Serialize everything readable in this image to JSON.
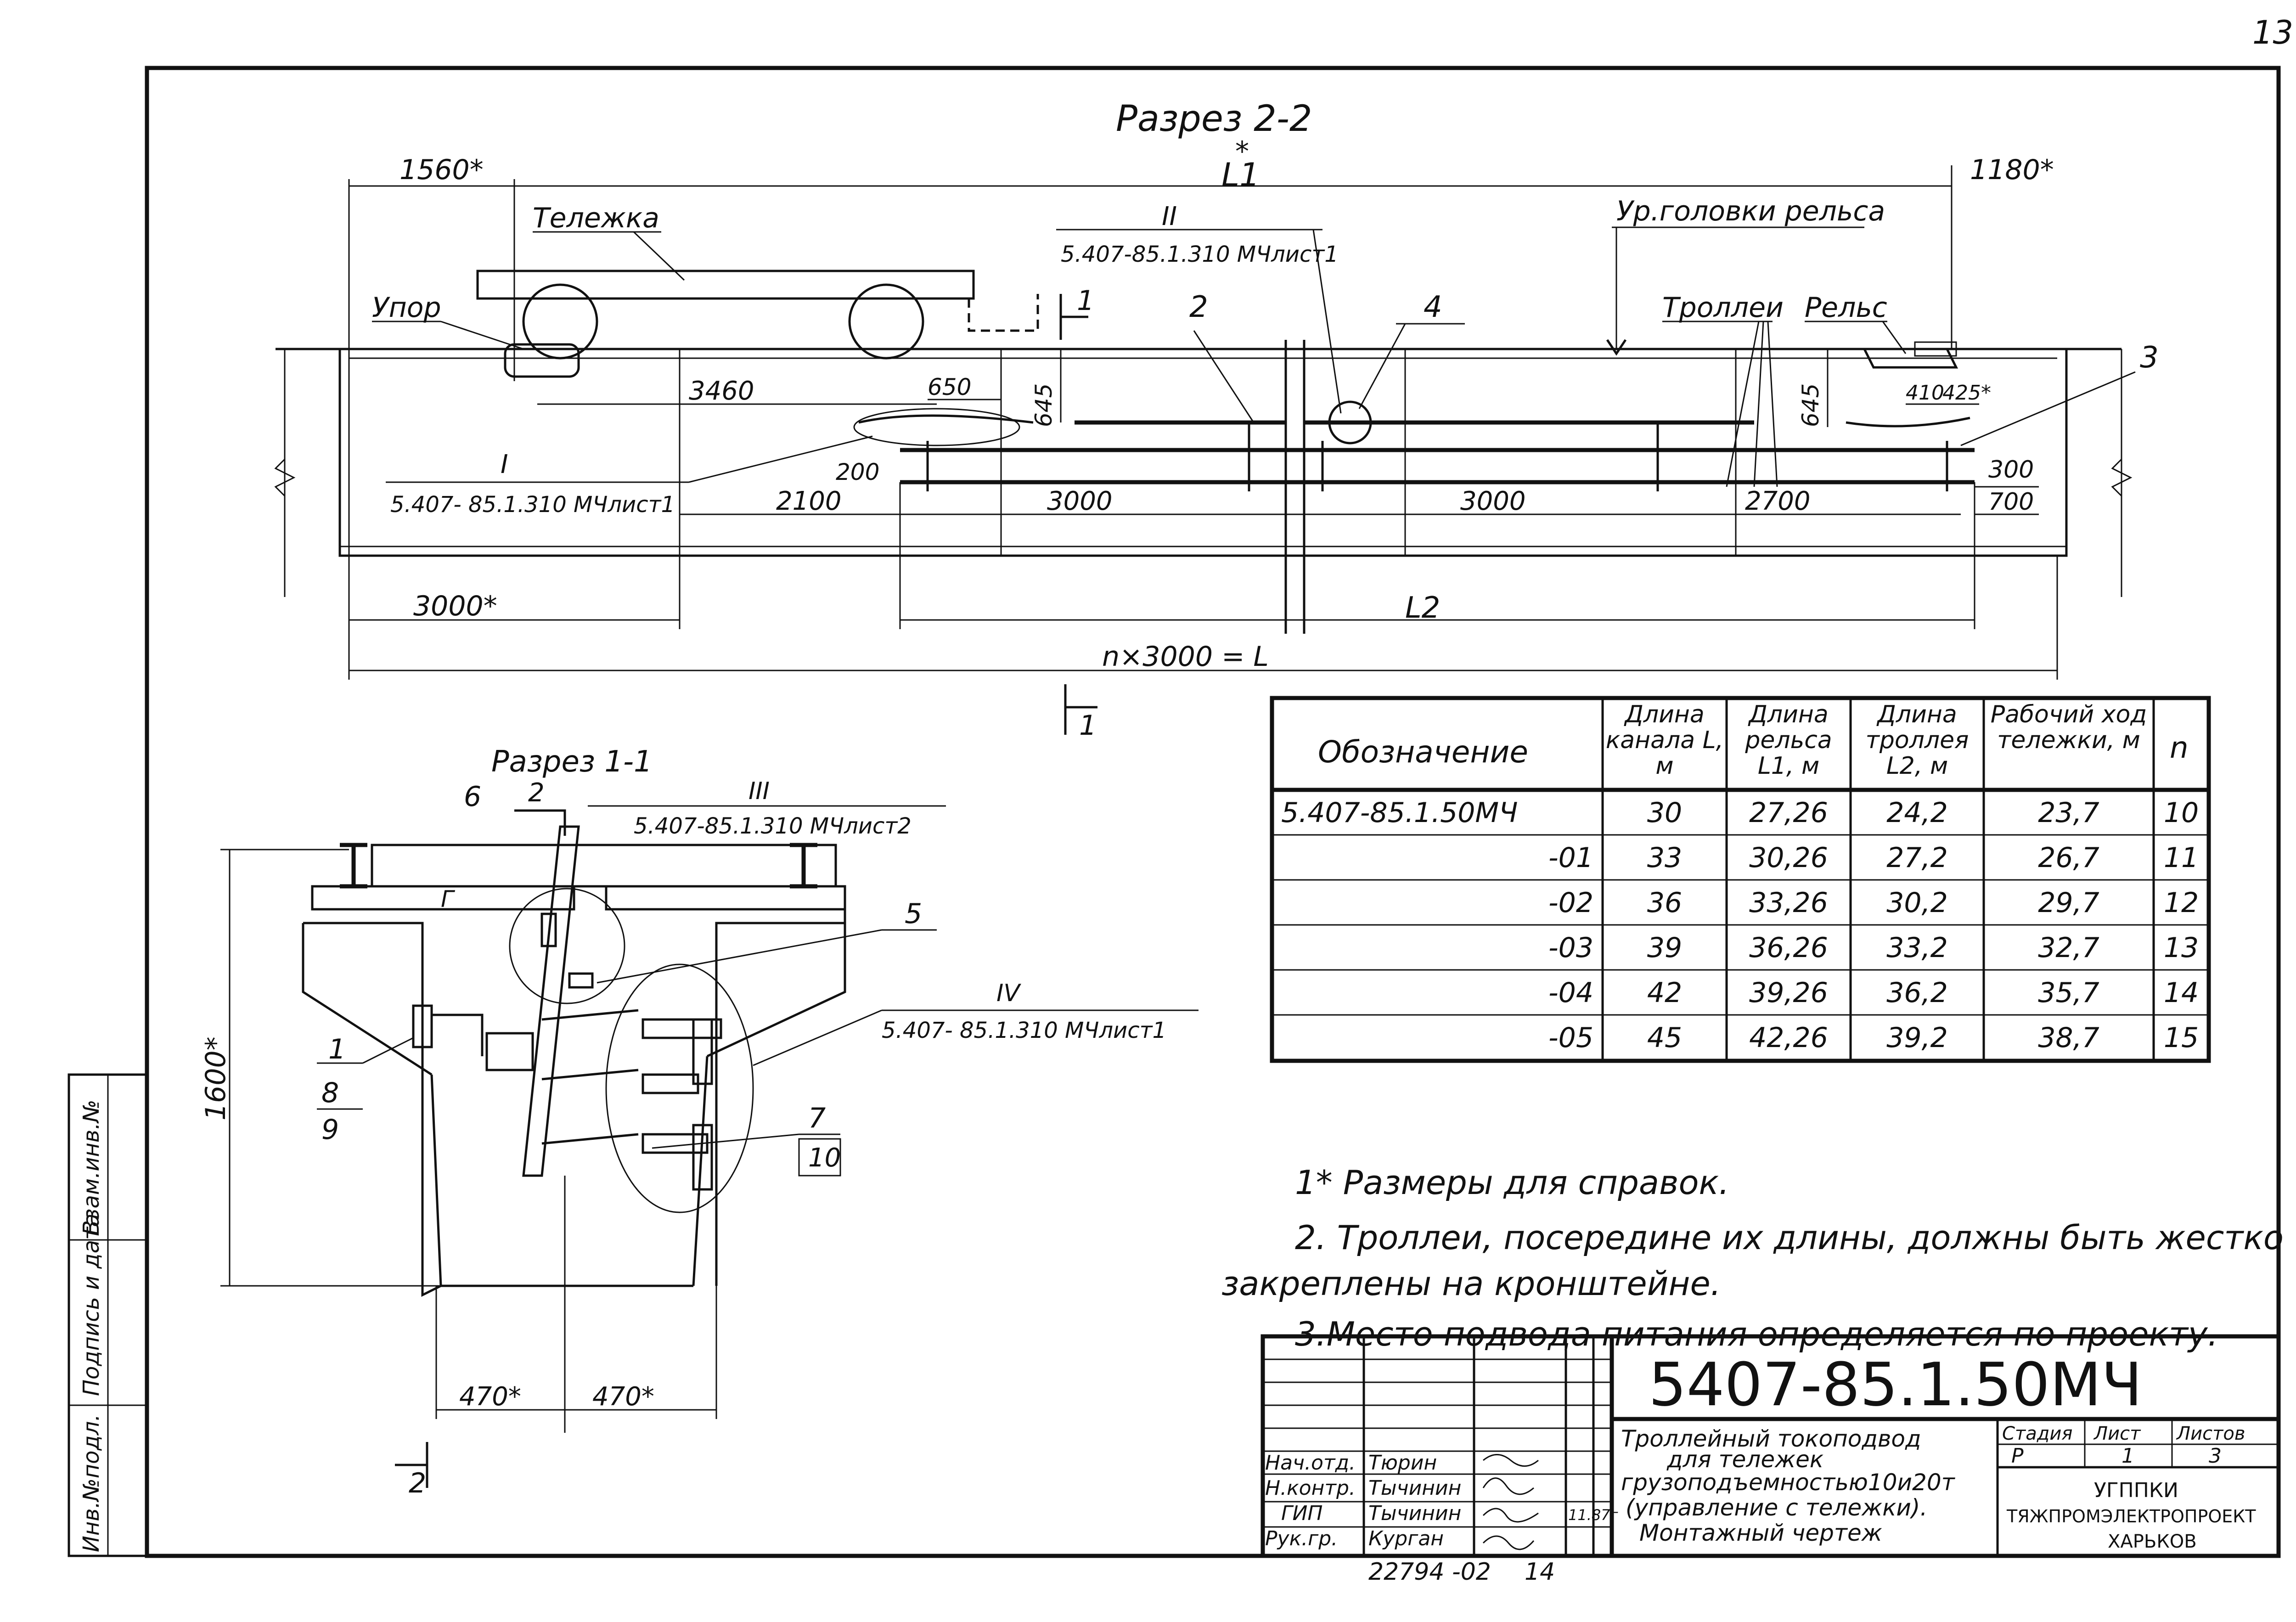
{
  "page_number": "13",
  "section_2": {
    "title": "Разрез 2-2",
    "l1": "L1",
    "l1_star": "*",
    "dim_1560": "1560*",
    "dim_1180": "1180*",
    "label_trolley": "Тележка",
    "label_stop": "Упор",
    "label_rail_level": "Ур.головки рельса",
    "label_trolley_wires": "Троллеи",
    "label_rail": "Рельс",
    "ref_II_num": "II",
    "ref_II_doc": "5.407-85.1.310 МЧлист1",
    "ref_I_num": "I",
    "ref_I_doc": "5.407- 85.1.310 МЧлист1",
    "pos_1": "1",
    "pos_2": "2",
    "pos_3": "3",
    "pos_4": "4",
    "dim_3460": "3460",
    "dim_650": "650",
    "dim_645a": "645",
    "dim_645b": "645",
    "dim_410": "410",
    "dim_425": "425*",
    "dim_200": "200",
    "dim_2100": "2100",
    "dim_3000a": "3000",
    "dim_3000b": "3000",
    "dim_2700": "2700",
    "dim_300": "300",
    "dim_700": "700",
    "dim_3000star": "3000*",
    "dim_l2": "L2",
    "dim_total": "n×3000 = L",
    "cut_mark": "1"
  },
  "section_1": {
    "title": "Разрез 1-1",
    "ref_III_num": "III",
    "ref_III_doc": "5.407-85.1.310 МЧлист2",
    "ref_IV_num": "IV",
    "ref_IV_doc": "5.407- 85.1.310 МЧлист1",
    "pos_1": "1",
    "pos_8": "8",
    "pos_9": "9",
    "pos_6": "6",
    "pos_2": "2",
    "pos_5": "5",
    "pos_7": "7",
    "pos_10": "10",
    "label_g": "Г",
    "dim_1600": "1600*",
    "dim_470a": "470*",
    "dim_470b": "470*",
    "cut_mark": "2"
  },
  "spec_table": {
    "headers": [
      "Обозначение",
      "Длина канала L, м",
      "Длина рельса L1, м",
      "Длина троллея L2, м",
      "Рабочий ход тележки, м",
      "n"
    ],
    "rows": [
      [
        "5.407-85.1.50МЧ",
        "30",
        "27,26",
        "24,2",
        "23,7",
        "10"
      ],
      [
        "-01",
        "33",
        "30,26",
        "27,2",
        "26,7",
        "11"
      ],
      [
        "-02",
        "36",
        "33,26",
        "30,2",
        "29,7",
        "12"
      ],
      [
        "-03",
        "39",
        "36,26",
        "33,2",
        "32,7",
        "13"
      ],
      [
        "-04",
        "42",
        "39,26",
        "36,2",
        "35,7",
        "14"
      ],
      [
        "-05",
        "45",
        "42,26",
        "39,2",
        "38,7",
        "15"
      ]
    ]
  },
  "notes": [
    "1* Размеры для справок.",
    "2. Троллеи, посередине их длины, должны быть жестко",
    "закреплены на кронштейне.",
    "3.Место подвода питания определяется по проекту."
  ],
  "side_stamp": {
    "cells": [
      "Инв.№подл.",
      "Подпись и дата",
      "Взам.инв.№"
    ]
  },
  "title_block": {
    "doc_code": "5407-85.1.50МЧ",
    "title_lines": [
      "Троллейный токоподвод",
      "для тележек",
      "грузоподъемностью10и20т",
      "(управление с тележки).",
      "Монтажный чертеж"
    ],
    "roles": [
      "Нач.отд.",
      "Н.контр.",
      "ГИП",
      "Рук.гр."
    ],
    "names": [
      "Тюрин",
      "Тычинин",
      "Тычинин",
      "Курган"
    ],
    "date_mark": "11.87г",
    "stage_label": "Стадия",
    "sheet_label": "Лист",
    "sheets_label": "Листов",
    "stage": "Р",
    "sheet": "1",
    "sheets": "3",
    "org_lines": [
      "УГППКИ",
      "ТЯЖПРОМЭЛЕКТРОПРОЕКТ",
      "ХАРЬКОВ"
    ],
    "bottom_number": "22794 -02",
    "bottom_page": "14"
  }
}
